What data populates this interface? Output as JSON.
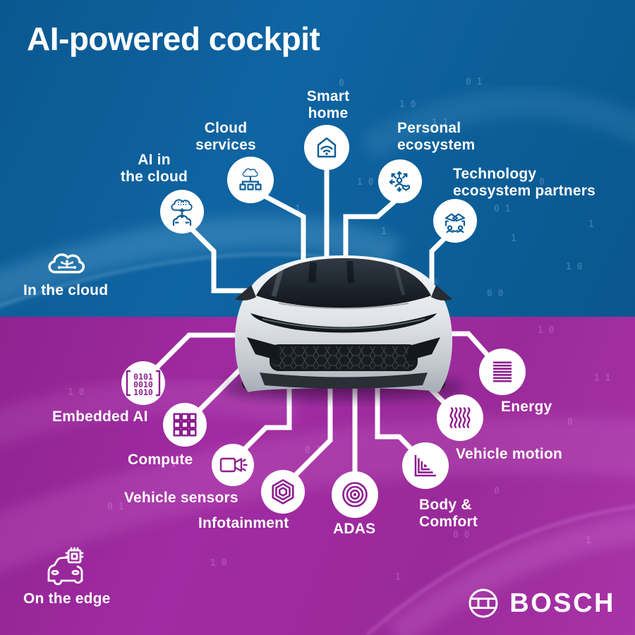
{
  "title": "AI-powered cockpit",
  "zones": {
    "cloud": {
      "label": "In the cloud"
    },
    "edge": {
      "label": "On the edge"
    }
  },
  "cloud_nodes": {
    "ai_cloud": {
      "line1": "AI in",
      "line2": "the cloud"
    },
    "cloud_services": {
      "line1": "Cloud",
      "line2": "services"
    },
    "smart_home": {
      "line1": "Smart",
      "line2": "home"
    },
    "personal_ecosystem": {
      "line1": "Personal",
      "line2": "ecosystem"
    },
    "technology_partners": {
      "line1": "Technology",
      "line2": "ecosystem partners"
    }
  },
  "edge_nodes": {
    "embedded_ai": {
      "label": "Embedded AI",
      "icon_rows": [
        "0101",
        "0010",
        "1010"
      ]
    },
    "compute": {
      "label": "Compute"
    },
    "vehicle_sensors": {
      "label": "Vehicle sensors"
    },
    "infotainment": {
      "label": "Infotainment"
    },
    "adas": {
      "label": "ADAS"
    },
    "body_comfort": {
      "line1": "Body &",
      "line2": "Comfort"
    },
    "vehicle_motion": {
      "label": "Vehicle motion"
    },
    "energy": {
      "label": "Energy"
    }
  },
  "brand": {
    "name": "BOSCH"
  },
  "colors": {
    "cloud_bg": "#0b5d96",
    "edge_bg": "#9a2a9a",
    "icon_blue": "#0b5d97",
    "icon_magenta": "#8e1e8f",
    "line_white": "#ffffff"
  }
}
